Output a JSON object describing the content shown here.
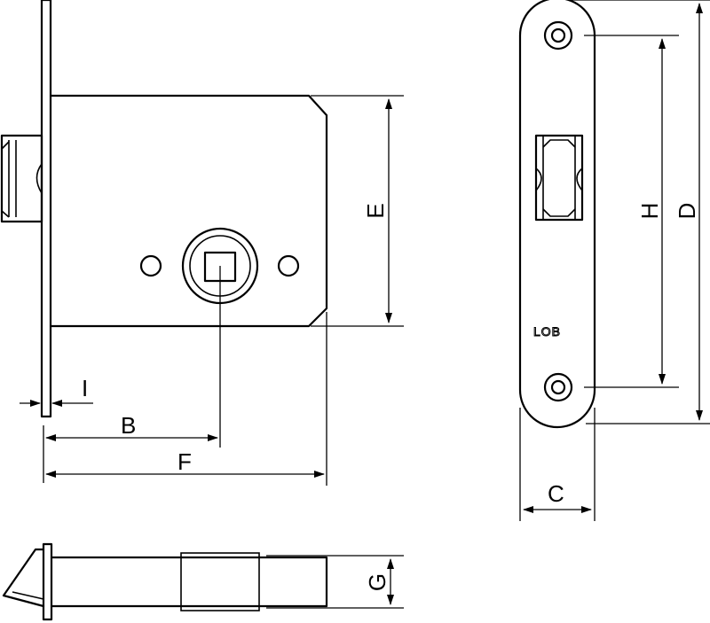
{
  "dimensions": {
    "I": "I",
    "B": "B",
    "F": "F",
    "E": "E",
    "H": "H",
    "D": "D",
    "C": "C",
    "G": "G"
  },
  "faceplate_logo": "LOB"
}
